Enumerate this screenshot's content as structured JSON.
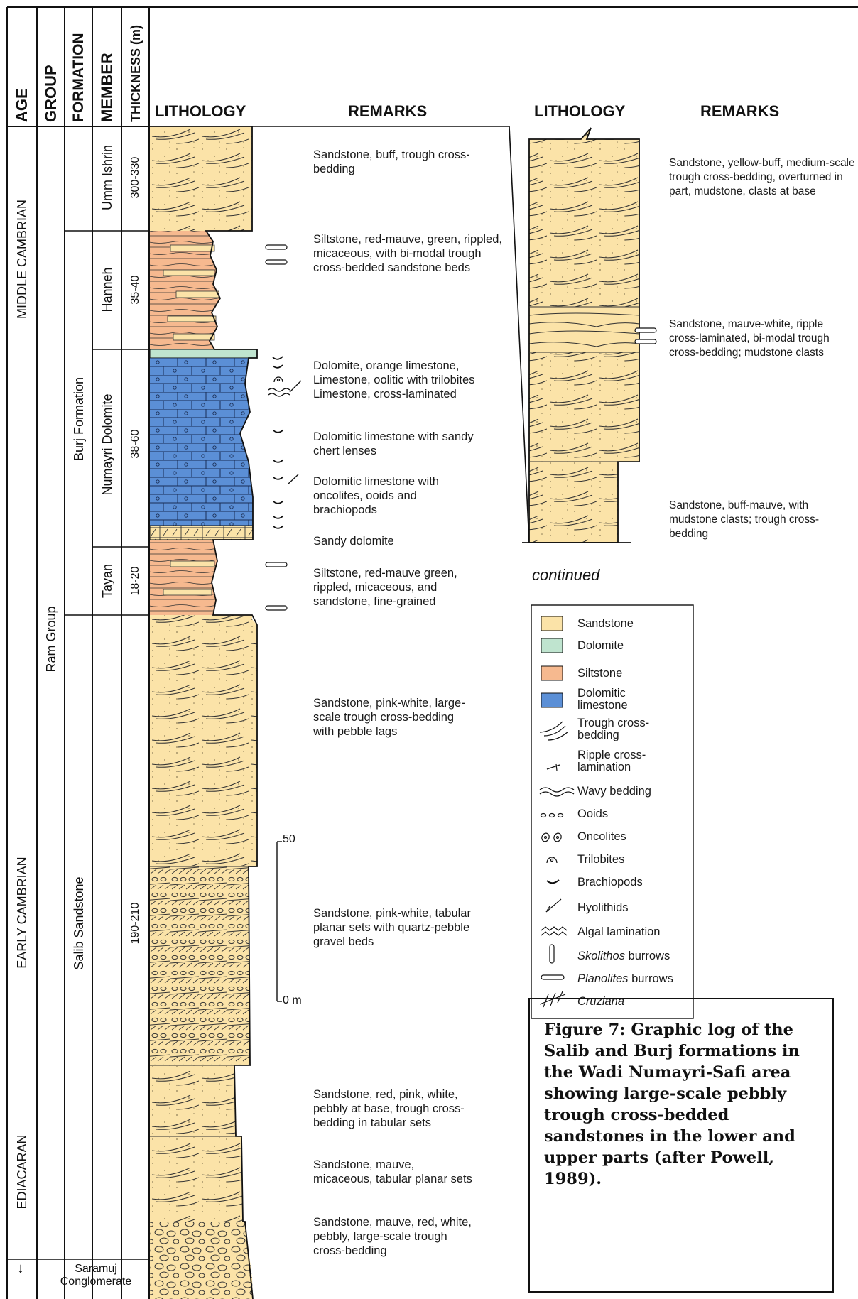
{
  "headers": {
    "age": "AGE",
    "group": "GROUP",
    "formation": "FORMATION",
    "member": "MEMBER",
    "thickness": "THICKNESS (m)",
    "lithology": "LITHOLOGY",
    "remarks": "REMARKS",
    "lithology2": "LITHOLOGY",
    "remarks2": "REMARKS"
  },
  "ages": {
    "middle": "MIDDLE CAMBRIAN",
    "early": "EARLY CAMBRIAN",
    "ediacaran": "EDIACARAN"
  },
  "groups": {
    "ram": "Ram Group",
    "saramuj": "Saramuj Conglomerate"
  },
  "formations": {
    "burj": "Burj Formation",
    "salib": "Salib Sandstone"
  },
  "members": {
    "umm_ishrin": "Umm Ishrin",
    "hanneh": "Hanneh",
    "numayri": "Numayri Dolomite",
    "tayan": "Tayan"
  },
  "thickness": {
    "umm_ishrin": "300-330",
    "hanneh": "35-40",
    "numayri": "38-60",
    "tayan": "18-20",
    "salib": "190-210"
  },
  "scale_bar": {
    "top": "50",
    "bottom": "0 m"
  },
  "remarks_main": [
    "Sandstone, buff, trough cross-bedding",
    "Siltstone, red-mauve, green, rippled, micaceous, with bi-modal trough cross-bedded sandstone beds",
    "Dolomite, orange limestone, Limestone, oolitic with trilobites Limestone, cross-laminated",
    "Dolomitic limestone with sandy chert lenses",
    "Dolomitic limestone with oncolites, ooids and brachiopods",
    "Sandy dolomite",
    "Siltstone, red-mauve green, rippled, micaceous, and sandstone, fine-grained",
    "Sandstone, pink-white, large-scale trough cross-bedding with pebble lags",
    "Sandstone, pink-white, tabular planar sets with quartz-pebble gravel beds",
    "Sandstone, red, pink, white, pebbly at base, trough cross-bedding in tabular sets",
    "Sandstone, mauve, micaceous, tabular planar sets",
    "Sandstone, mauve, red, white, pebbly, large-scale trough cross-bedding"
  ],
  "remarks_continued": [
    "Sandstone, yellow-buff, medium-scale trough cross-bedding, overturned in part, mudstone, clasts at base",
    "Sandstone, mauve-white, ripple cross-laminated, bi-modal trough cross-bedding; mudstone clasts",
    "Sandstone, buff-mauve, with mudstone clasts; trough cross-bedding"
  ],
  "continued_label": "continued",
  "legend": [
    {
      "label": "Sandstone",
      "color": "#fbe3a8"
    },
    {
      "label": "Dolomite",
      "color": "#bfe4cf"
    },
    {
      "label": "Siltstone",
      "color": "#f6b98f"
    },
    {
      "label": "Dolomitic limestone",
      "color": "#5b8fd6"
    },
    {
      "label": "Trough cross-bedding"
    },
    {
      "label": "Ripple cross-lamination"
    },
    {
      "label": "Wavy bedding"
    },
    {
      "label": "Ooids"
    },
    {
      "label": "Oncolites"
    },
    {
      "label": "Trilobites"
    },
    {
      "label": "Brachiopods"
    },
    {
      "label": "Hyolithids"
    },
    {
      "label": "Algal lamination"
    },
    {
      "label_italic": "Skolithos",
      "label": " burrows"
    },
    {
      "label_italic": "Planolites",
      "label": " burrows"
    },
    {
      "label_italic": "Cruziana",
      "label": ""
    }
  ],
  "caption": "Figure 7: Graphic log of the Salib and Burj formations in the Wadi Numayri-Safi area showing large-scale pebbly trough cross-bedded sandstones in the lower and upper parts (after Powell, 1989).",
  "colors": {
    "sandstone": "#fbe3a8",
    "dolomite": "#bfe4cf",
    "siltstone": "#f6b98f",
    "dolomitic_limestone": "#5b8fd6"
  }
}
